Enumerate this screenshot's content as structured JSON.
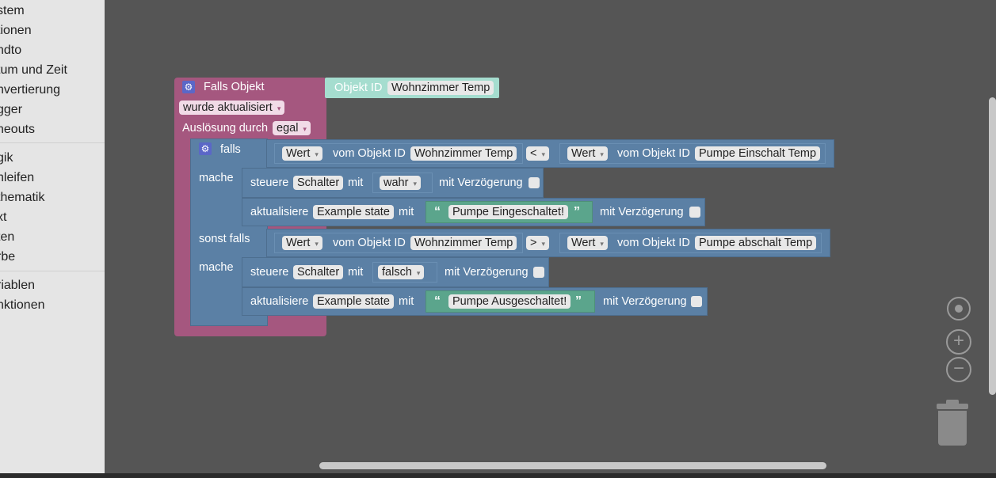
{
  "sidebar": {
    "items": [
      {
        "label": "stem"
      },
      {
        "label": "tionen"
      },
      {
        "label": "ndto"
      },
      {
        "label": "tum und Zeit"
      },
      {
        "label": "nvertierung"
      },
      {
        "label": "gger"
      },
      {
        "label": "neouts"
      },
      {
        "label": "gik"
      },
      {
        "label": "hleifen"
      },
      {
        "label": "thematik"
      },
      {
        "label": "xt"
      },
      {
        "label": "ten"
      },
      {
        "label": "rbe"
      },
      {
        "label": "riablen"
      },
      {
        "label": "nktionen"
      }
    ]
  },
  "trigger_block": {
    "title": "Falls Objekt",
    "event_value": "wurde aktualisiert",
    "trigger_label": "Auslösung durch",
    "trigger_value": "egal",
    "object_label": "Objekt ID",
    "object_value": "Wohnzimmer Temp"
  },
  "if_block": {
    "if_label": "falls",
    "do_label": "mache",
    "elseif_label": "sonst falls",
    "cond1": {
      "left_attr": "Wert",
      "left_label": "vom Objekt ID",
      "left_object": "Wohnzimmer Temp",
      "operator": "<",
      "right_attr": "Wert",
      "right_label": "vom Objekt ID",
      "right_object": "Pumpe Einschalt Temp"
    },
    "cond2": {
      "left_attr": "Wert",
      "left_label": "vom Objekt ID",
      "left_object": "Wohnzimmer Temp",
      "operator": ">",
      "right_attr": "Wert",
      "right_label": "vom Objekt ID",
      "right_object": "Pumpe abschalt Temp"
    },
    "do1": {
      "control_label": "steuere",
      "control_object": "Schalter",
      "control_with": "mit",
      "control_value": "wahr",
      "control_delay": "mit Verzögerung",
      "update_label": "aktualisiere",
      "update_object": "Example state",
      "update_with": "mit",
      "update_text": "Pumpe Eingeschaltet!",
      "update_delay": "mit Verzögerung"
    },
    "do2": {
      "control_label": "steuere",
      "control_object": "Schalter",
      "control_with": "mit",
      "control_value": "falsch",
      "control_delay": "mit Verzögerung",
      "update_label": "aktualisiere",
      "update_object": "Example state",
      "update_with": "mit",
      "update_text": "Pumpe Ausgeschaltet!",
      "update_delay": "mit Verzögerung"
    }
  },
  "glyphs": {
    "quote_open": "“",
    "quote_close": "”",
    "dropdown_arrow": "▾",
    "gear": "⚙",
    "plus": "+",
    "minus": "−"
  },
  "colors": {
    "trigger_block": "#a5577f",
    "logic_block": "#5b80a5",
    "text_block": "#5ba58c",
    "object_block": "#a5ddcf",
    "workspace": "#555555",
    "toolbox": "#e5e5e5"
  },
  "icons": [
    "gear-icon",
    "recenter-icon",
    "zoom-in-icon",
    "zoom-out-icon",
    "trash-icon"
  ]
}
